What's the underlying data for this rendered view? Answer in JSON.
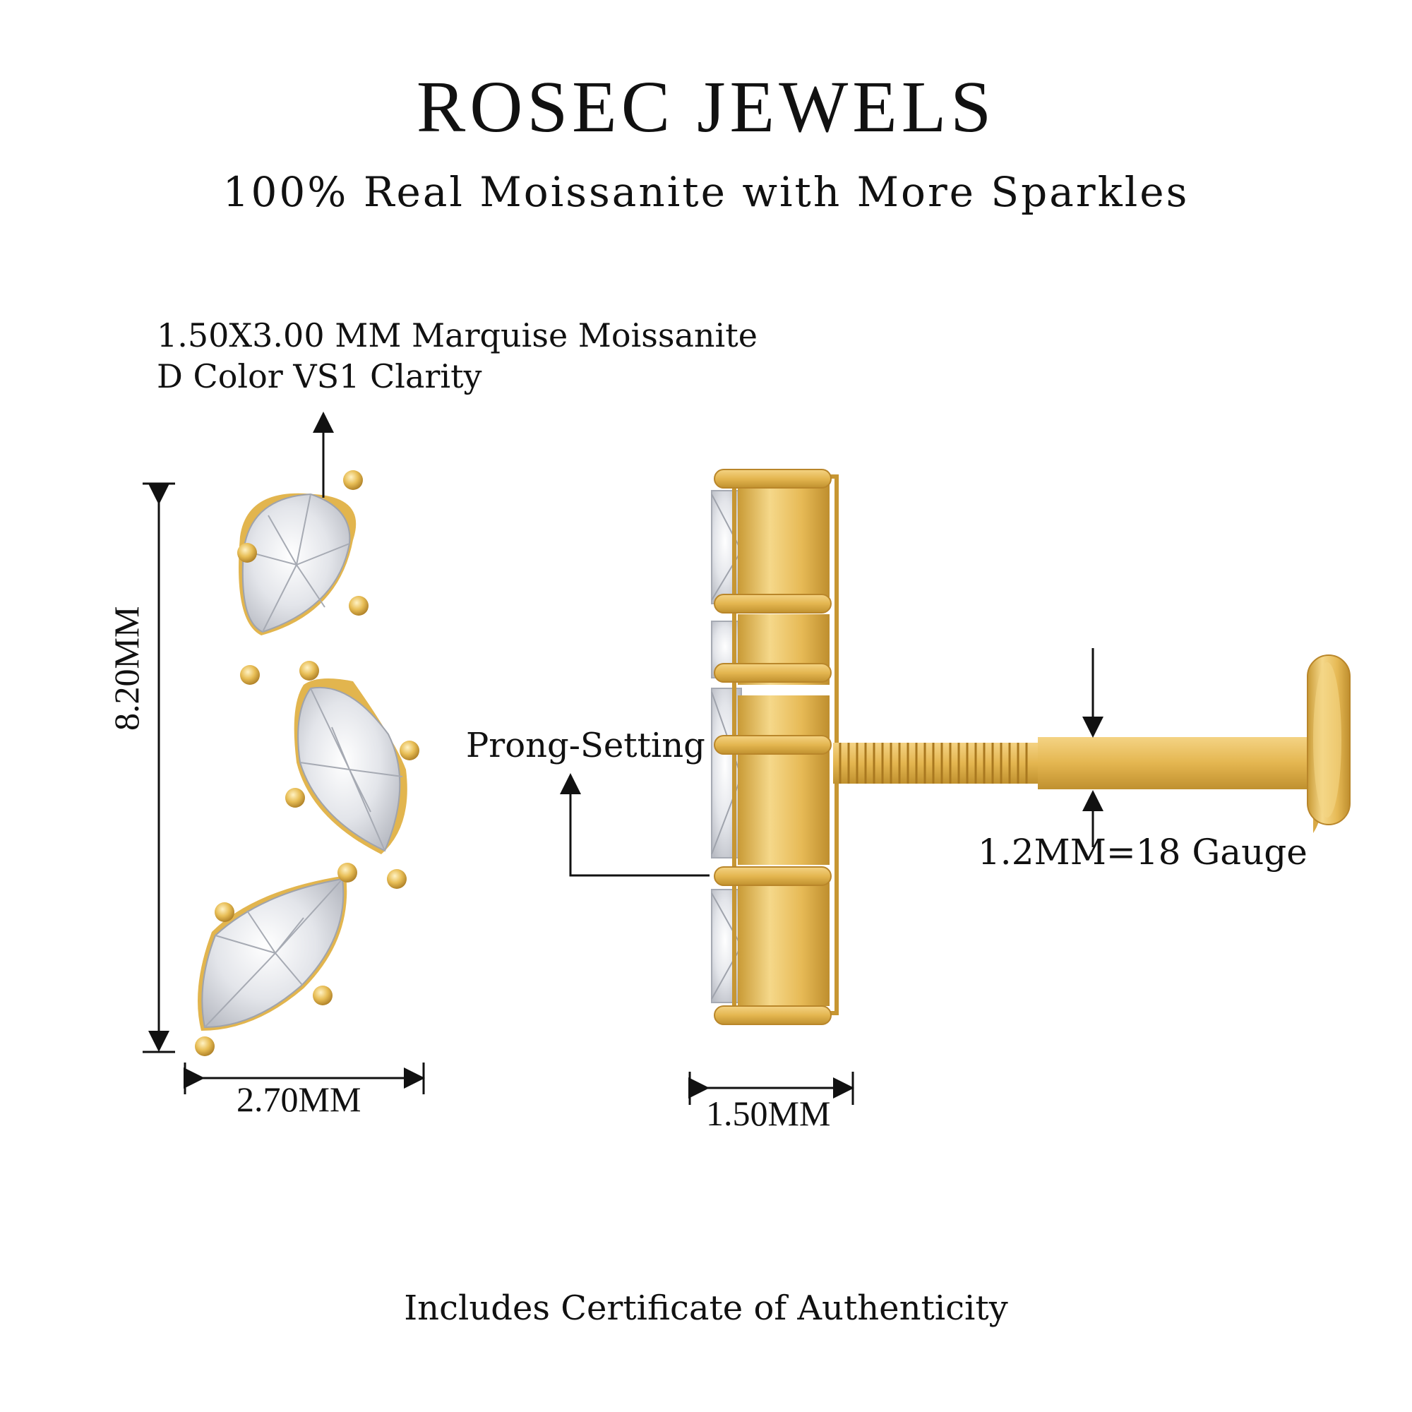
{
  "header": {
    "brand": "ROSEC JEWELS",
    "tagline": "100% Real Moissanite with More Sparkles"
  },
  "annotations": {
    "stone_line1": "1.50X3.00 MM Marquise Moissanite",
    "stone_line2": "D Color VS1 Clarity",
    "setting": "Prong-Setting",
    "gauge": "1.2MM=18 Gauge",
    "height": "8.20MM",
    "front_width": "2.70MM",
    "side_width": "1.50MM"
  },
  "footer": {
    "certificate": "Includes Certificate of Authenticity"
  },
  "colors": {
    "gold": "#E8BE56",
    "gold_light": "#F7DC8E",
    "gold_dark": "#B98A2A",
    "diamond": "#EDEEF2",
    "line": "#111111"
  }
}
